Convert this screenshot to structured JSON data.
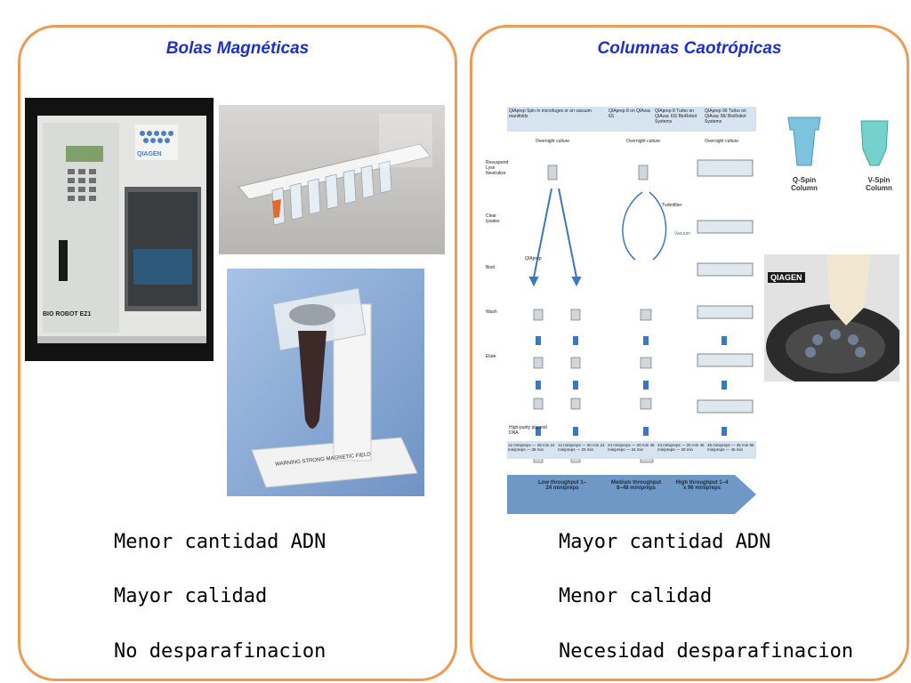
{
  "left": {
    "title": "Bolas Magnéticas",
    "statements": [
      "Menor cantidad ADN",
      "Mayor calidad",
      "No desparafinacion"
    ],
    "robot_label": "BIO ROBOT EZ1",
    "robot_brand": "QIAGEN",
    "stand_label": "WARNING STRONG MAGNETIC FIELD"
  },
  "right": {
    "title": "Columnas Caotrópicas",
    "statements": [
      "Mayor cantidad ADN",
      "Menor calidad",
      "Necesidad desparafinacion"
    ],
    "flow": {
      "headers": [
        "QIAprep Spin in microfuges or on vacuum manifolds",
        "QIAprep 8 on QIAvac 6S",
        "QIAprep 8 Turbo on QIAvac 6S/ BioRobot Systems",
        "QIAprep 96 Turbo on QIAvac 96/ BioRobot Systems"
      ],
      "top_labels": [
        "Overnight culture",
        "Overnight culture",
        "Overnight culture"
      ],
      "steps": [
        "Resuspend Lyse Neutralize",
        "Clear lysates",
        "Bind",
        "Wash",
        "Elute"
      ],
      "turbofilter": "Turbofilter",
      "vacuum": "Vacuum",
      "qiaprep": "QIAprep",
      "product": "High-purity plasmid DNA",
      "times": [
        "12 minipreps — 28 min 24 minipreps — 38 min",
        "12 minipreps — 20 min 24 minipreps — 25 min",
        "24 minipreps — 20 min 48 minipreps — 34 min",
        "24 minipreps — 20 min 48 minipreps — 30 min",
        "48 minipreps — 35 min 96 minipreps — 45 min"
      ],
      "throughput": [
        "Low throughput 1–24 minipreps",
        "Medium throughput 8–48 minipreps",
        "High throughput 1–4 x 96 minipreps"
      ]
    },
    "columns": [
      "Q-Spin Column",
      "V-Spin Column"
    ],
    "photo_brand": "QIAGEN"
  }
}
